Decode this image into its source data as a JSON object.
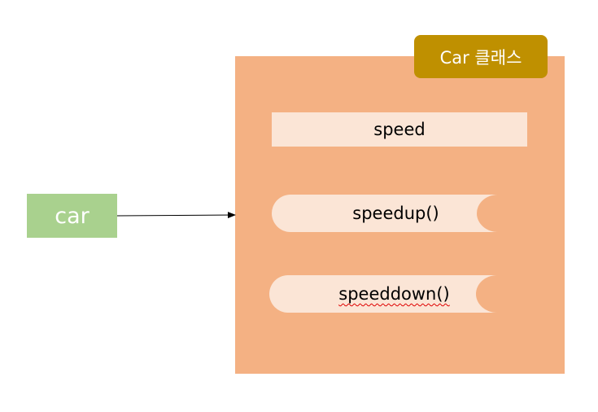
{
  "variable": {
    "label": "car"
  },
  "class_box": {
    "label": "Car 클래스"
  },
  "field": {
    "label": "speed"
  },
  "methods": [
    {
      "label": "speedup()"
    },
    {
      "label": "speeddown()"
    }
  ],
  "colors": {
    "variable_fill": "#a9d18e",
    "class_fill": "#f4b183",
    "class_label_fill": "#bf9000",
    "member_fill": "#fbe5d6",
    "arrow": "#000000"
  }
}
